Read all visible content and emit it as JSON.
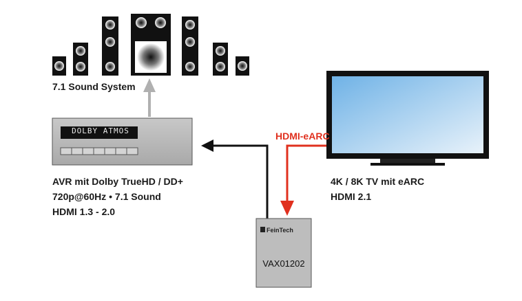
{
  "speakers": {
    "label": "7.1 Sound System"
  },
  "avr": {
    "display": "DOLBY ATMOS",
    "lines": [
      "AVR mit Dolby TrueHD / DD+",
      "720p@60Hz • 7.1 Sound",
      "HDMI 1.3 - 2.0"
    ]
  },
  "tv": {
    "lines": [
      "4K / 8K TV mit eARC",
      "HDMI 2.1"
    ]
  },
  "connection": {
    "label": "HDMI-eARC"
  },
  "extractor": {
    "brand": "FeinTech",
    "model": "VAX01202"
  },
  "colors": {
    "arrow_red": "#e0301e",
    "arrow_black": "#111111",
    "arrow_grey": "#b0b0b0",
    "device_grey": "#bdbdbd",
    "screen_blue": "#8cc3ea"
  }
}
